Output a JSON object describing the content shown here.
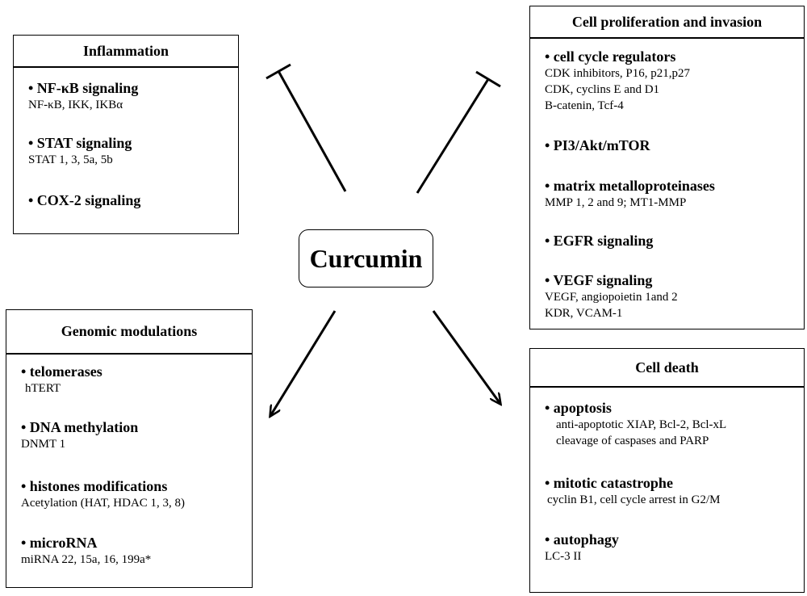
{
  "center": {
    "label": "Curcumin"
  },
  "inflammation": {
    "title": "Inflammation",
    "sections": [
      {
        "head": "• NF-κB signaling",
        "lines": [
          "NF-κB, IKK, IKBα"
        ]
      },
      {
        "head": "• STAT signaling",
        "lines": [
          "STAT 1, 3, 5a, 5b"
        ]
      },
      {
        "head": "• COX-2 signaling",
        "lines": []
      }
    ]
  },
  "proliferation": {
    "title": "Cell proliferation and invasion",
    "sections": [
      {
        "head": "• cell cycle regulators",
        "lines": [
          "CDK inhibitors, P16, p21,p27",
          "CDK, cyclins E and D1",
          "B-catenin, Tcf-4"
        ]
      },
      {
        "head": "• PI3/Akt/mTOR",
        "lines": []
      },
      {
        "head": "• matrix metalloproteinases",
        "lines": [
          "MMP 1, 2 and 9; MT1-MMP"
        ]
      },
      {
        "head": "• EGFR signaling",
        "lines": []
      },
      {
        "head": "• VEGF signaling",
        "lines": [
          "VEGF, angiopoietin 1and 2",
          "KDR, VCAM-1"
        ]
      }
    ]
  },
  "genomic": {
    "title": "Genomic modulations",
    "sections": [
      {
        "head": "• telomerases",
        "lines": [
          "hTERT"
        ]
      },
      {
        "head": "• DNA methylation",
        "lines": [
          "DNMT 1"
        ]
      },
      {
        "head": "• histones modifications",
        "lines": [
          "Acetylation (HAT, HDAC 1, 3, 8)"
        ]
      },
      {
        "head": "• microRNA",
        "lines": [
          "miRNA 22, 15a, 16, 199a*"
        ]
      }
    ]
  },
  "death": {
    "title": "Cell death",
    "sections": [
      {
        "head": "• apoptosis",
        "lines": [
          "anti-apoptotic XIAP, Bcl-2, Bcl-xL",
          "cleavage of caspases and PARP"
        ]
      },
      {
        "head": "• mitotic catastrophe",
        "lines": [
          "cyclin B1, cell cycle arrest in G2/M"
        ]
      },
      {
        "head": "• autophagy",
        "lines": [
          "LC-3 II"
        ]
      }
    ]
  }
}
